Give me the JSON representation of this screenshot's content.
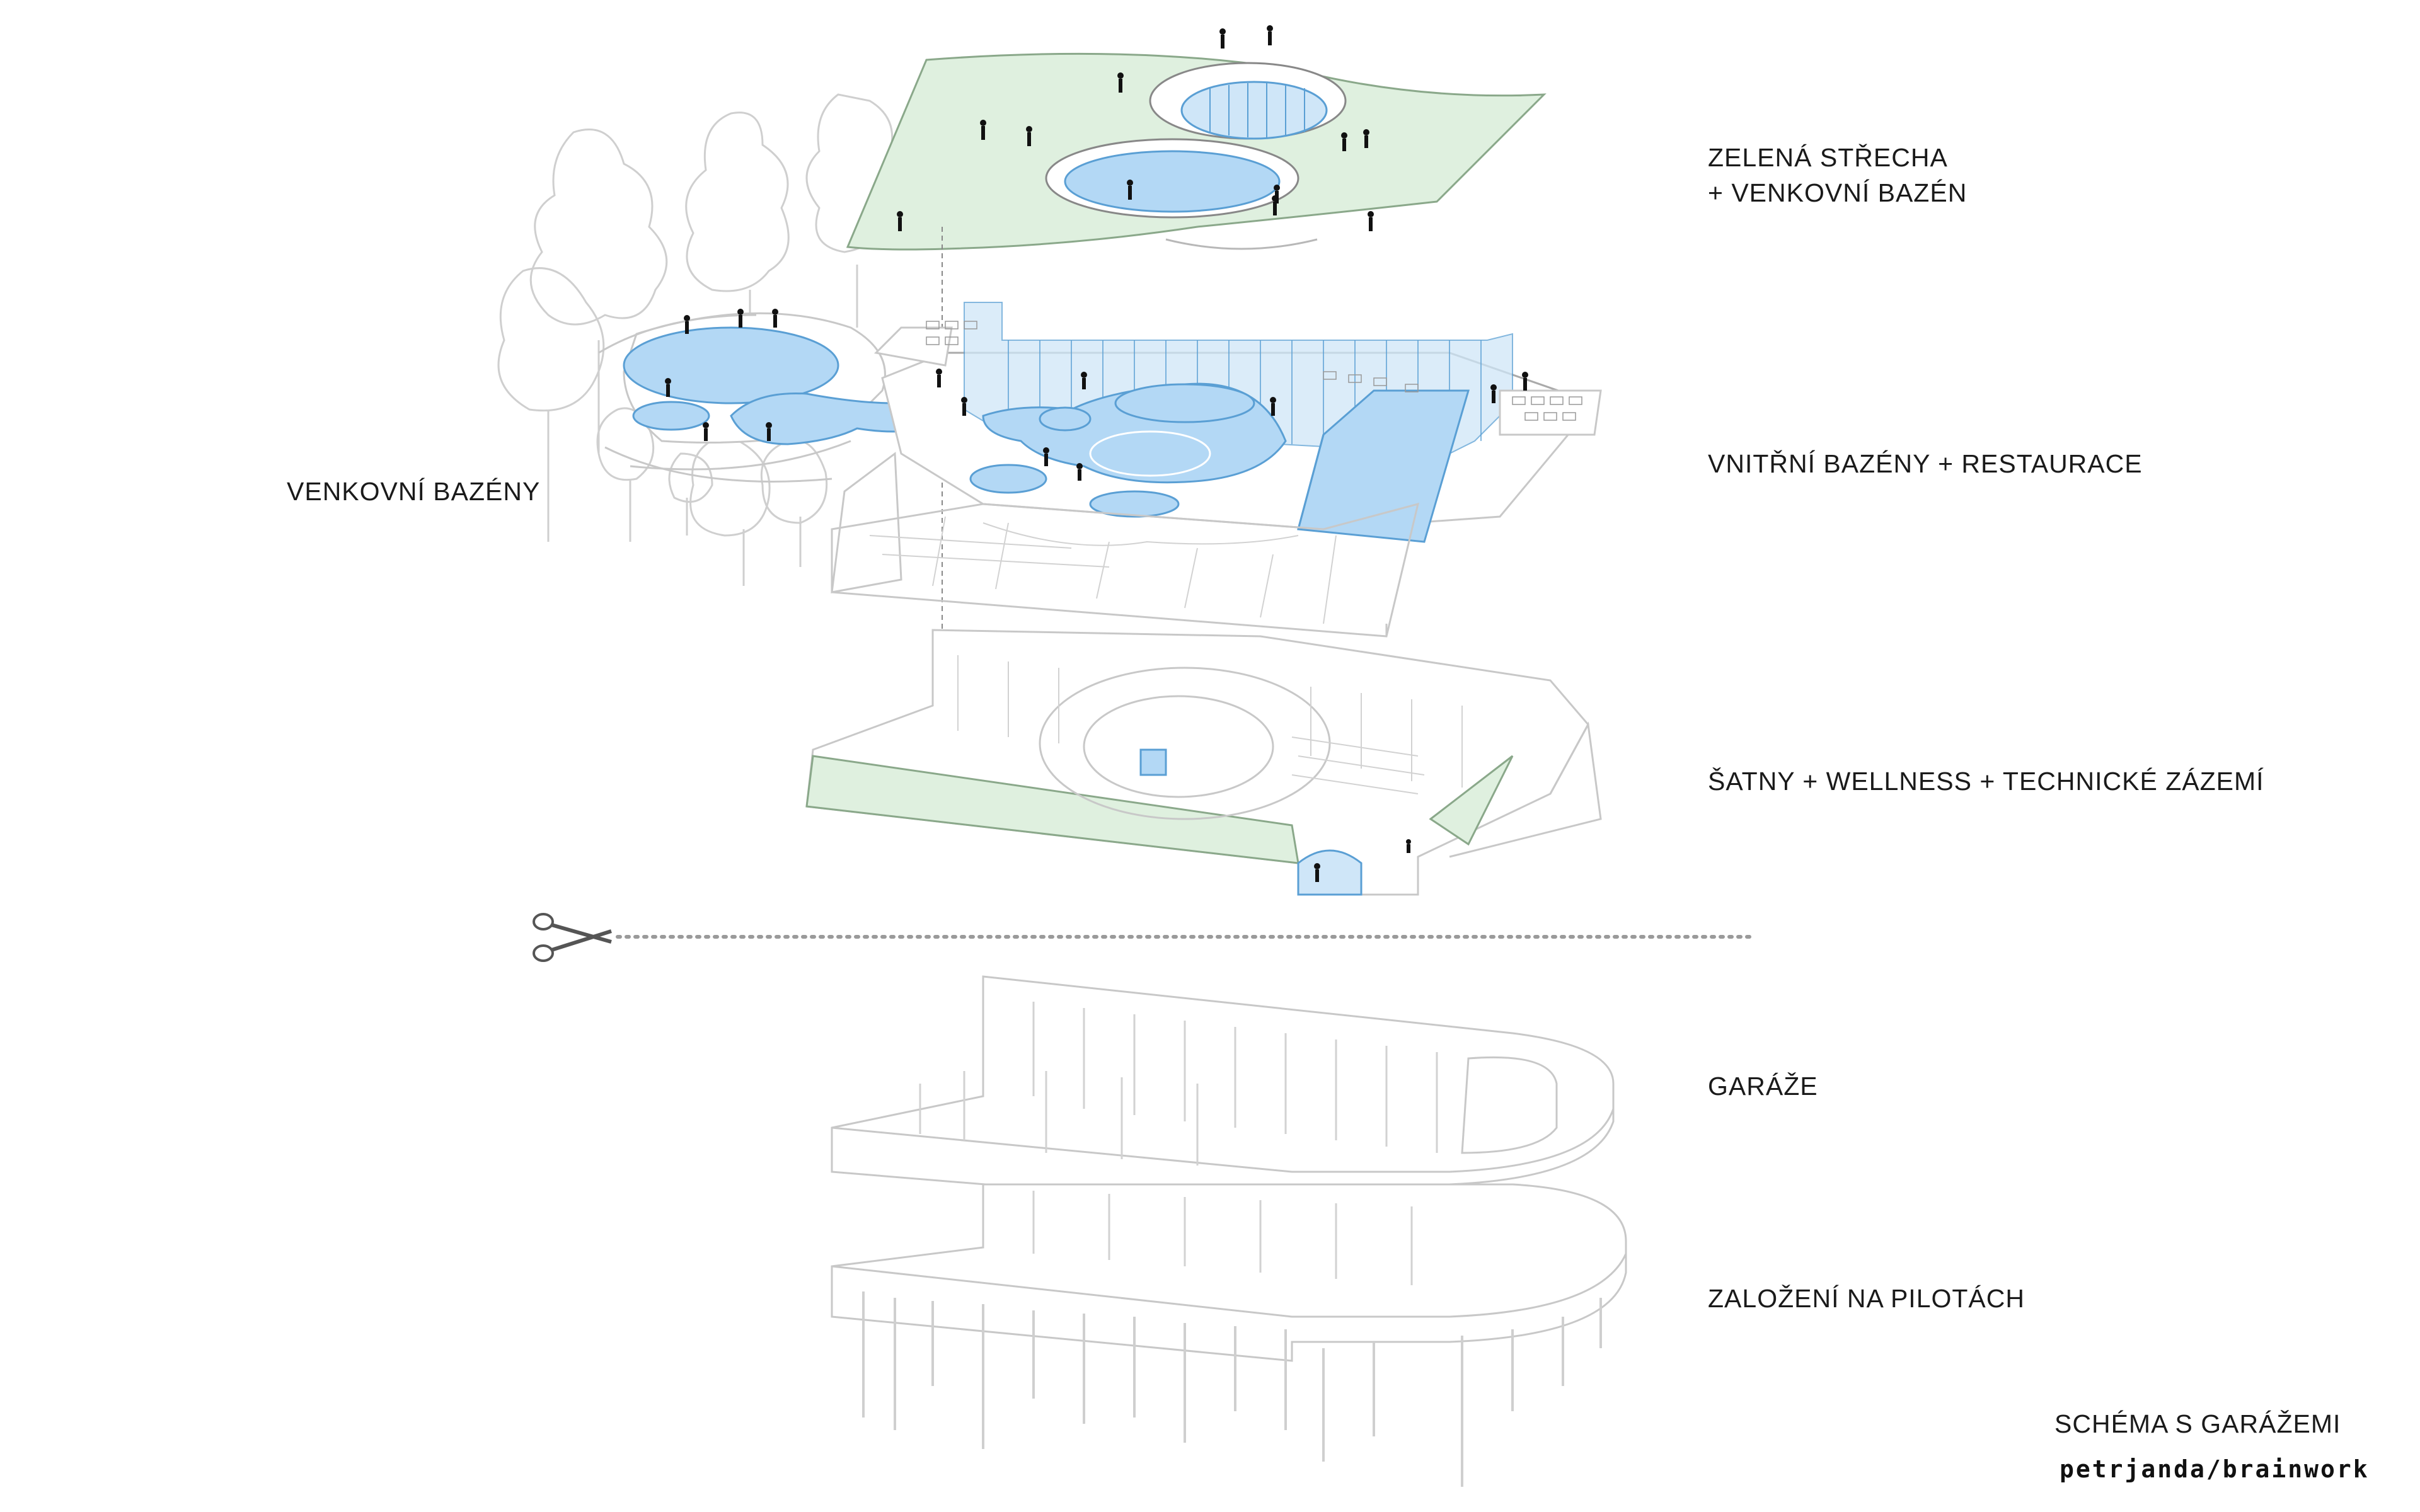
{
  "layers": [
    {
      "id": "roof",
      "label_lines": [
        "ZELENÁ STŘECHA",
        "+ VENKOVNÍ BAZÉN"
      ]
    },
    {
      "id": "indoor",
      "label_lines": [
        "VNITŘNÍ BAZÉNY + RESTAURACE"
      ]
    },
    {
      "id": "changing",
      "label_lines": [
        "ŠATNY + WELLNESS + TECHNICKÉ ZÁZEMÍ"
      ]
    },
    {
      "id": "garage",
      "label_lines": [
        "GARÁŽE"
      ]
    },
    {
      "id": "piles",
      "label_lines": [
        "ZALOŽENÍ NA PILOTÁCH"
      ]
    }
  ],
  "outdoor_label": "VENKOVNÍ BAZÉNY",
  "schema_title": "SCHÉMA  S GARÁŽEMI",
  "credit": "petrjanda/brainwork",
  "cut_icon": "scissors-icon",
  "colors": {
    "green_roof": "#dff0df",
    "green_roof_stroke": "#8aa88a",
    "water": "#b3d8f5",
    "water_stroke": "#5a9fd4",
    "glass": "#cfe6f8",
    "linework": "#c8c8c8",
    "cut_line": "#9a9a9a"
  }
}
